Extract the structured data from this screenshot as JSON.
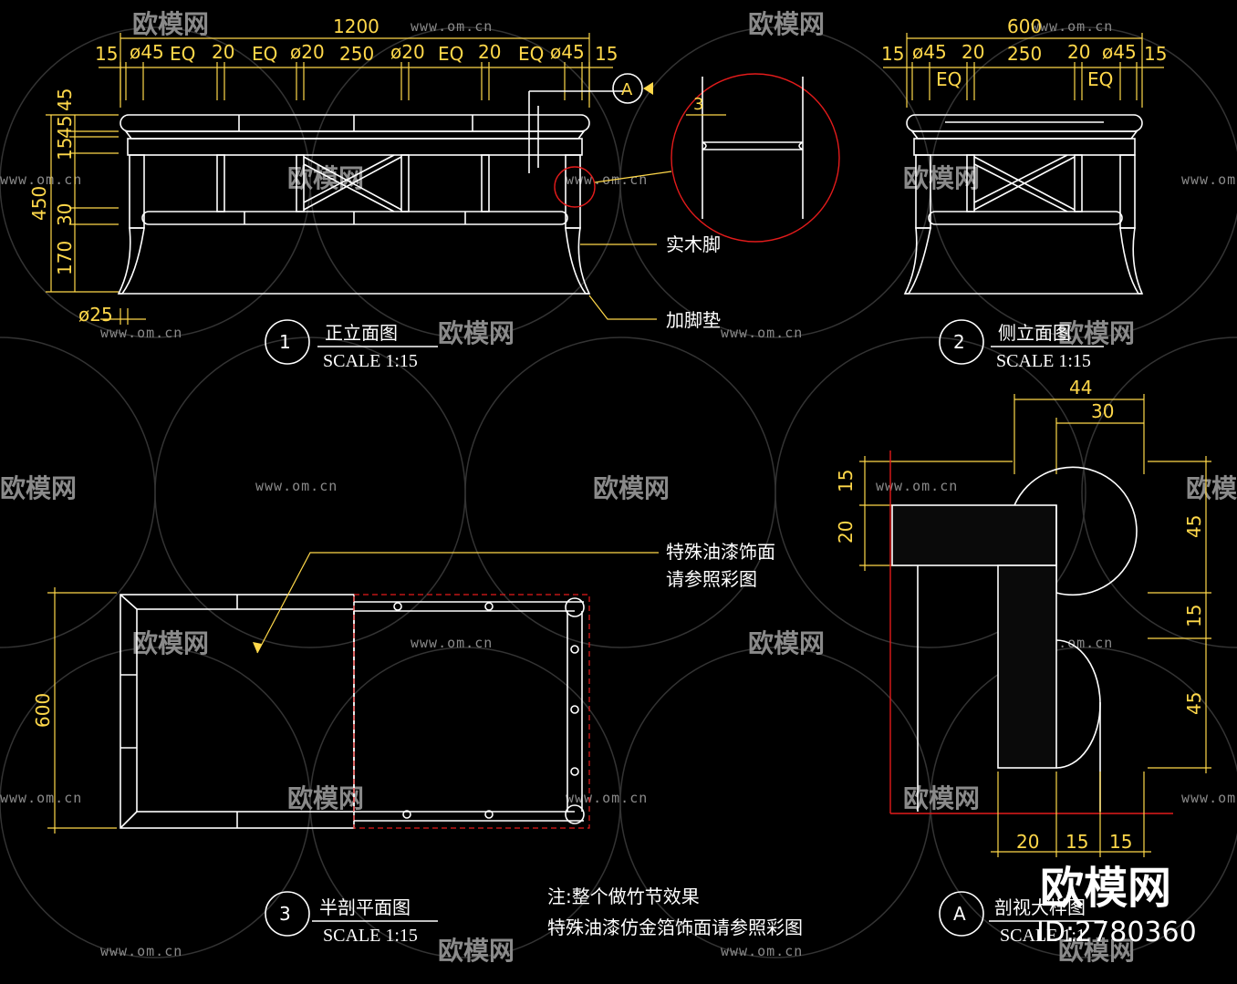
{
  "watermark": {
    "url": "www.om.cn",
    "brand": "欧模网"
  },
  "branding": {
    "name": "欧模网",
    "id": "ID:2780360"
  },
  "front_view": {
    "title": "正立面图",
    "number": "1",
    "scale": "SCALE 1:15",
    "total_width": "1200",
    "top_dims": [
      "15",
      "ø45",
      "EQ",
      "20",
      "EQ",
      "ø20",
      "250",
      "ø20",
      "EQ",
      "20",
      "EQ",
      "ø45",
      "15"
    ],
    "left_dims": [
      "45",
      "45",
      "15",
      "450",
      "30",
      "170"
    ],
    "bottom_dim": "ø25",
    "callouts": [
      "实木脚",
      "加脚垫"
    ],
    "detail_dim": "3",
    "section_tag": "A"
  },
  "side_view": {
    "title": "侧立面图",
    "number": "2",
    "scale": "SCALE 1:15",
    "total_width": "600",
    "top_dims": [
      "15",
      "ø45",
      "20",
      "250",
      "20",
      "ø45",
      "15"
    ],
    "sub_dims": [
      "EQ",
      "EQ"
    ]
  },
  "plan_view": {
    "title": "半剖平面图",
    "number": "3",
    "scale": "SCALE 1:15",
    "left_dim": "600",
    "callout_line1": "特殊油漆饰面",
    "callout_line2": "请参照彩图"
  },
  "section_detail": {
    "title": "剖视大样图",
    "tag": "A",
    "scale": "SCALE 1:1",
    "top_dims": [
      "44",
      "30"
    ],
    "left_dims": [
      "15",
      "20"
    ],
    "right_dims": [
      "45",
      "15",
      "45"
    ],
    "bottom_dims": [
      "20",
      "15",
      "15"
    ]
  },
  "notes": {
    "line1": "注:整个做竹节效果",
    "line2": "特殊油漆仿金箔饰面请参照彩图"
  }
}
